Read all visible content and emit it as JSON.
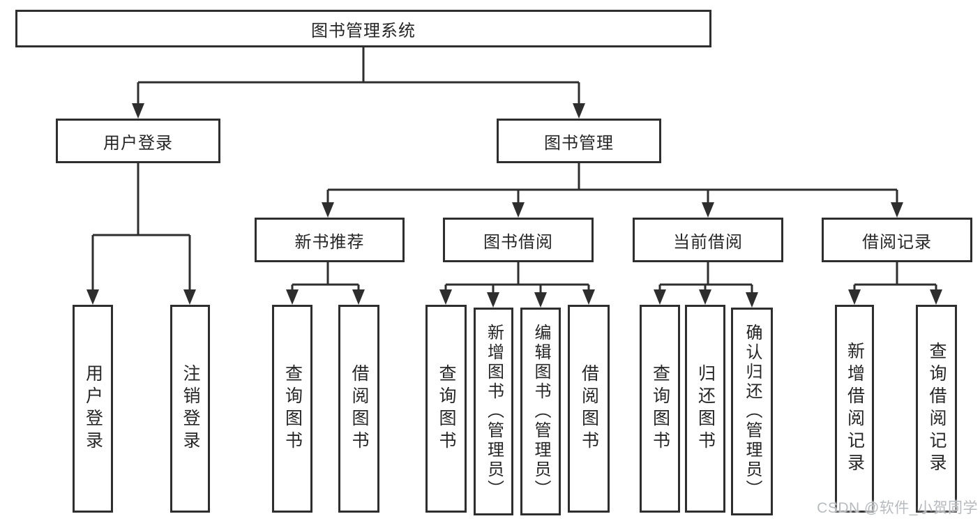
{
  "chart": {
    "root": "图书管理系统",
    "branches": [
      {
        "label": "用户登录",
        "children": [
          "用户登录",
          "注销登录"
        ]
      },
      {
        "label": "图书管理",
        "groups": [
          {
            "label": "新书推荐",
            "children": [
              "查询图书",
              "借阅图书"
            ]
          },
          {
            "label": "图书借阅",
            "children": [
              "查询图书",
              "新增图书（管理员）",
              "编辑图书（管理员）",
              "借阅图书"
            ]
          },
          {
            "label": "当前借阅",
            "children": [
              "查询图书",
              "归还图书",
              "确认归还（管理员）"
            ]
          },
          {
            "label": "借阅记录",
            "children": [
              "新增借阅记录",
              "查询借阅记录"
            ]
          }
        ]
      }
    ]
  },
  "watermark": "CSDN @软件_小贺同学",
  "colors": {
    "line": "#2e2e2e",
    "text": "#262626",
    "watermark": "#b7babe",
    "background": "#ffffff"
  }
}
